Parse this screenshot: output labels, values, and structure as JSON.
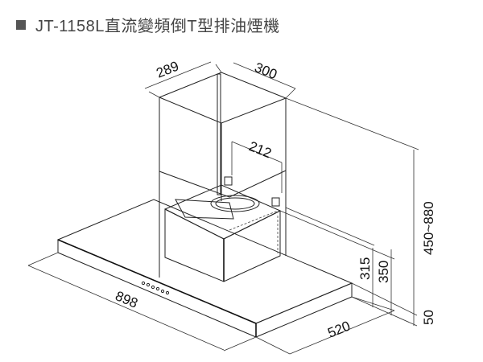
{
  "title": "JT-1158L直流變頻倒T型排油煙機",
  "dimensions": {
    "chimney_depth": "289",
    "chimney_width": "300",
    "bracket_width": "212",
    "width": "898",
    "depth": "520",
    "height_total": "450~880",
    "box_height_inner": "315",
    "box_height": "350",
    "panel_thickness": "50"
  }
}
